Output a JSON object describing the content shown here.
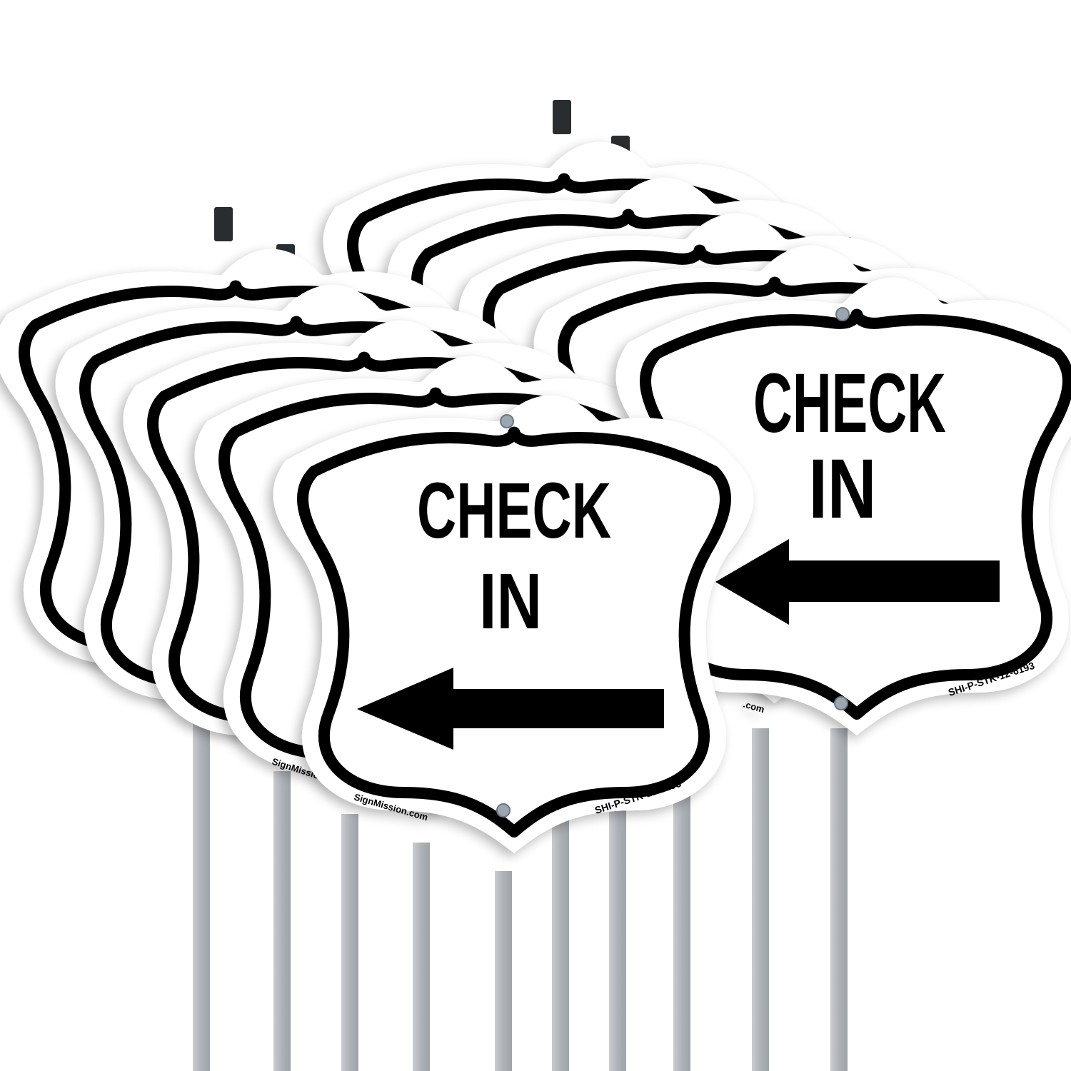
{
  "scene": {
    "description": "Product photo: ten shield-shaped CHECK IN yard signs with metal stakes, fanned in two stacks",
    "background": "#ffffff",
    "colors": {
      "sign_face": "#ffffff",
      "border": "#000000",
      "text": "#000000",
      "stake": "#b0b4b8",
      "stake_dark": "#9ca1a6",
      "stake_cap": "#2a2d30",
      "screw": "#9aa6b0"
    }
  },
  "sign": {
    "line1": "CHECK",
    "line2": "IN",
    "arrow_direction": "left",
    "brand": "SignMission.com",
    "sku": "SHI-P-STK-12-6193"
  },
  "front_sign_left": {
    "line1": "CHECK",
    "line2": "IN",
    "brand": "SignMission.com",
    "sku": "SHI-P-STK-12-6193"
  },
  "front_sign_right": {
    "line1": "CHECK",
    "line2": "IN",
    "brand_partial": ".com",
    "sku": "SHI-P-STK-12-6193"
  },
  "stakes_x": [
    280,
    395,
    490,
    590,
    705,
    785,
    865,
    955,
    1065,
    1175
  ],
  "sign_count": 10
}
